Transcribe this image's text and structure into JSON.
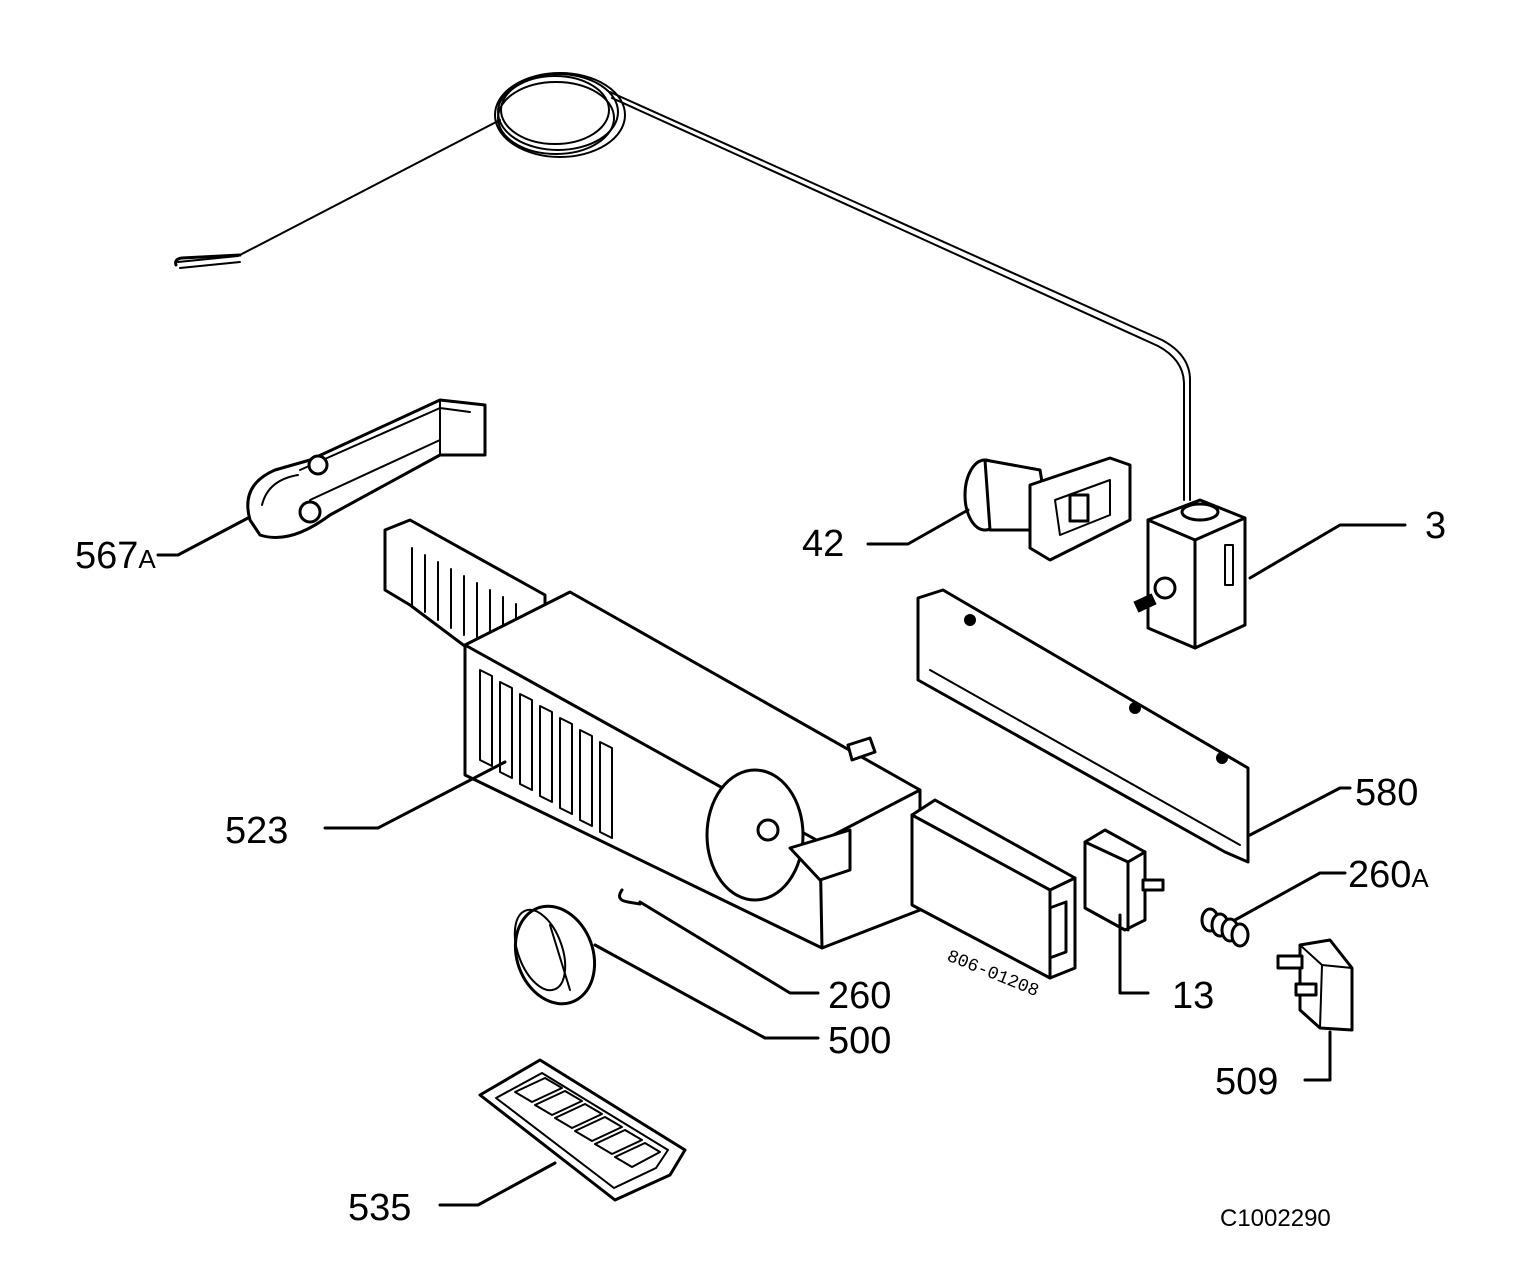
{
  "labels": {
    "p567a_num": "567",
    "p567a_suffix": "A",
    "p42": "42",
    "p3": "3",
    "p523": "523",
    "p580": "580",
    "p260a_num": "260",
    "p260a_suffix": "A",
    "p13": "13",
    "p260": "260",
    "p500": "500",
    "p509": "509",
    "p535": "535"
  },
  "stamp": "806-01208",
  "doc_id": "C1002290"
}
